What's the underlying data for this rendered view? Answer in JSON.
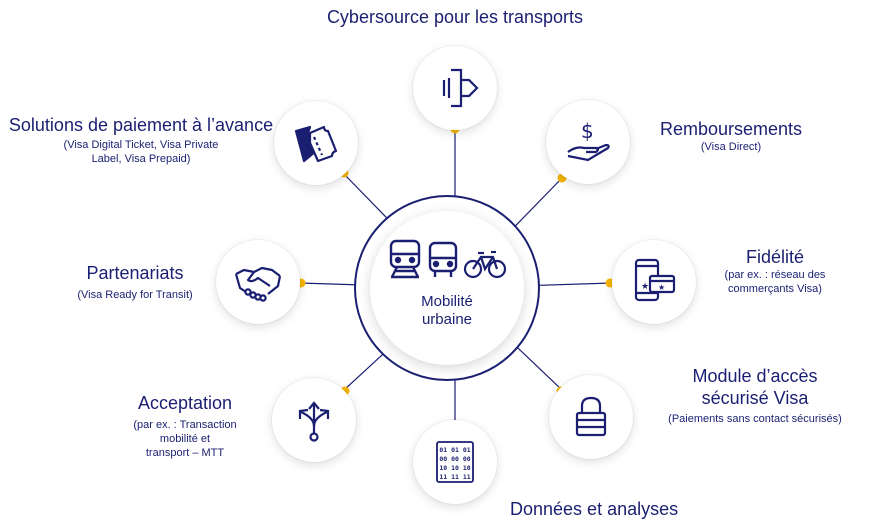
{
  "hub": {
    "title_line1": "Mobilité",
    "title_line2": "urbaine"
  },
  "nodes": {
    "top": {
      "title": "Cybersource pour les transports",
      "icon": "gateway-icon"
    },
    "top_right": {
      "title": "Remboursements",
      "subtitle": "(Visa Direct)",
      "icon": "dollar-hand-icon"
    },
    "right": {
      "title": "Fidélité",
      "subtitle1": "(par ex. : réseau des",
      "subtitle2": "commerçants Visa)",
      "icon": "phone-card-icon"
    },
    "bottom_right": {
      "title1": "Module d’accès",
      "title2": "sécurisé Visa",
      "subtitle": "(Paiements sans contact sécurisés)",
      "icon": "padlock-icon"
    },
    "bottom": {
      "title": "Données et analyses",
      "icon": "binary-data-icon"
    },
    "bottom_left": {
      "title": "Acceptation",
      "subtitle1": "(par ex. : Transaction",
      "subtitle2": "mobilité et",
      "subtitle3": "transport – MTT",
      "icon": "branch-arrows-icon"
    },
    "left": {
      "title": "Partenariats",
      "subtitle": "(Visa Ready for Transit)",
      "icon": "handshake-icon"
    },
    "top_left": {
      "title": "Solutions de paiement à l’avance",
      "subtitle1": "(Visa Digital Ticket, Visa Private",
      "subtitle2": "Label, Visa Prepaid)",
      "icon": "tickets-icon"
    }
  },
  "binary": [
    "01 01 01",
    "00 00 00",
    "10 10 10",
    "11 11 11"
  ],
  "colors": {
    "navy": "#1a1f71",
    "accent": "#f7b600",
    "line": "#1a1f71"
  }
}
